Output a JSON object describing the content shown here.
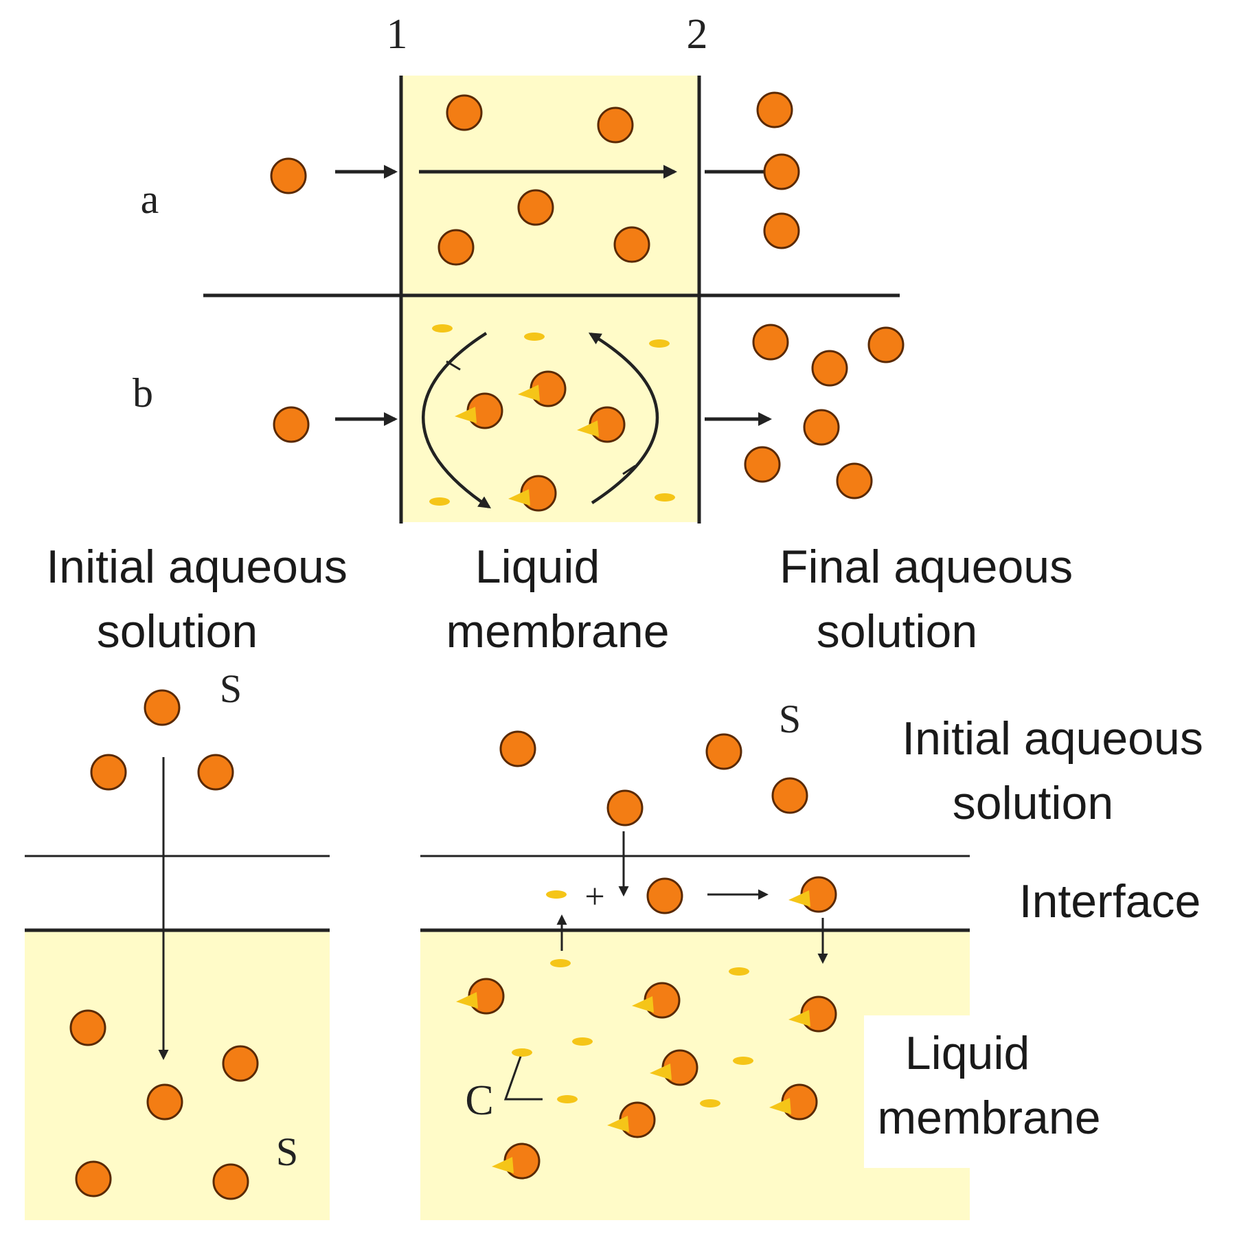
{
  "colors": {
    "membrane": "#FFFBC8",
    "solute": "#F37D14",
    "solute_stroke": "#5A2A05",
    "carrier": "#F5C518",
    "line": "#222222"
  },
  "icons": {
    "solute": "solute-particle-icon",
    "carrier": "carrier-molecule-icon",
    "complex": "solute-carrier-complex-icon"
  },
  "top_diagram": {
    "boundary_labels": [
      "1",
      "2"
    ],
    "row_labels": [
      "a",
      "b"
    ],
    "region_labels": {
      "initial": [
        "Initial aqueous",
        "solution"
      ],
      "membrane": [
        "Liquid",
        "membrane"
      ],
      "final": [
        "Final aqueous",
        "solution"
      ]
    }
  },
  "bottom_left": {
    "labels": {
      "top_s": "S",
      "bottom_s": "S"
    }
  },
  "bottom_right": {
    "labels": {
      "s": "S",
      "initial": [
        "Initial aqueous",
        "solution"
      ],
      "interface": "Interface",
      "membrane": [
        "Liquid",
        "membrane"
      ],
      "plus": "+",
      "carrier": "C"
    }
  }
}
